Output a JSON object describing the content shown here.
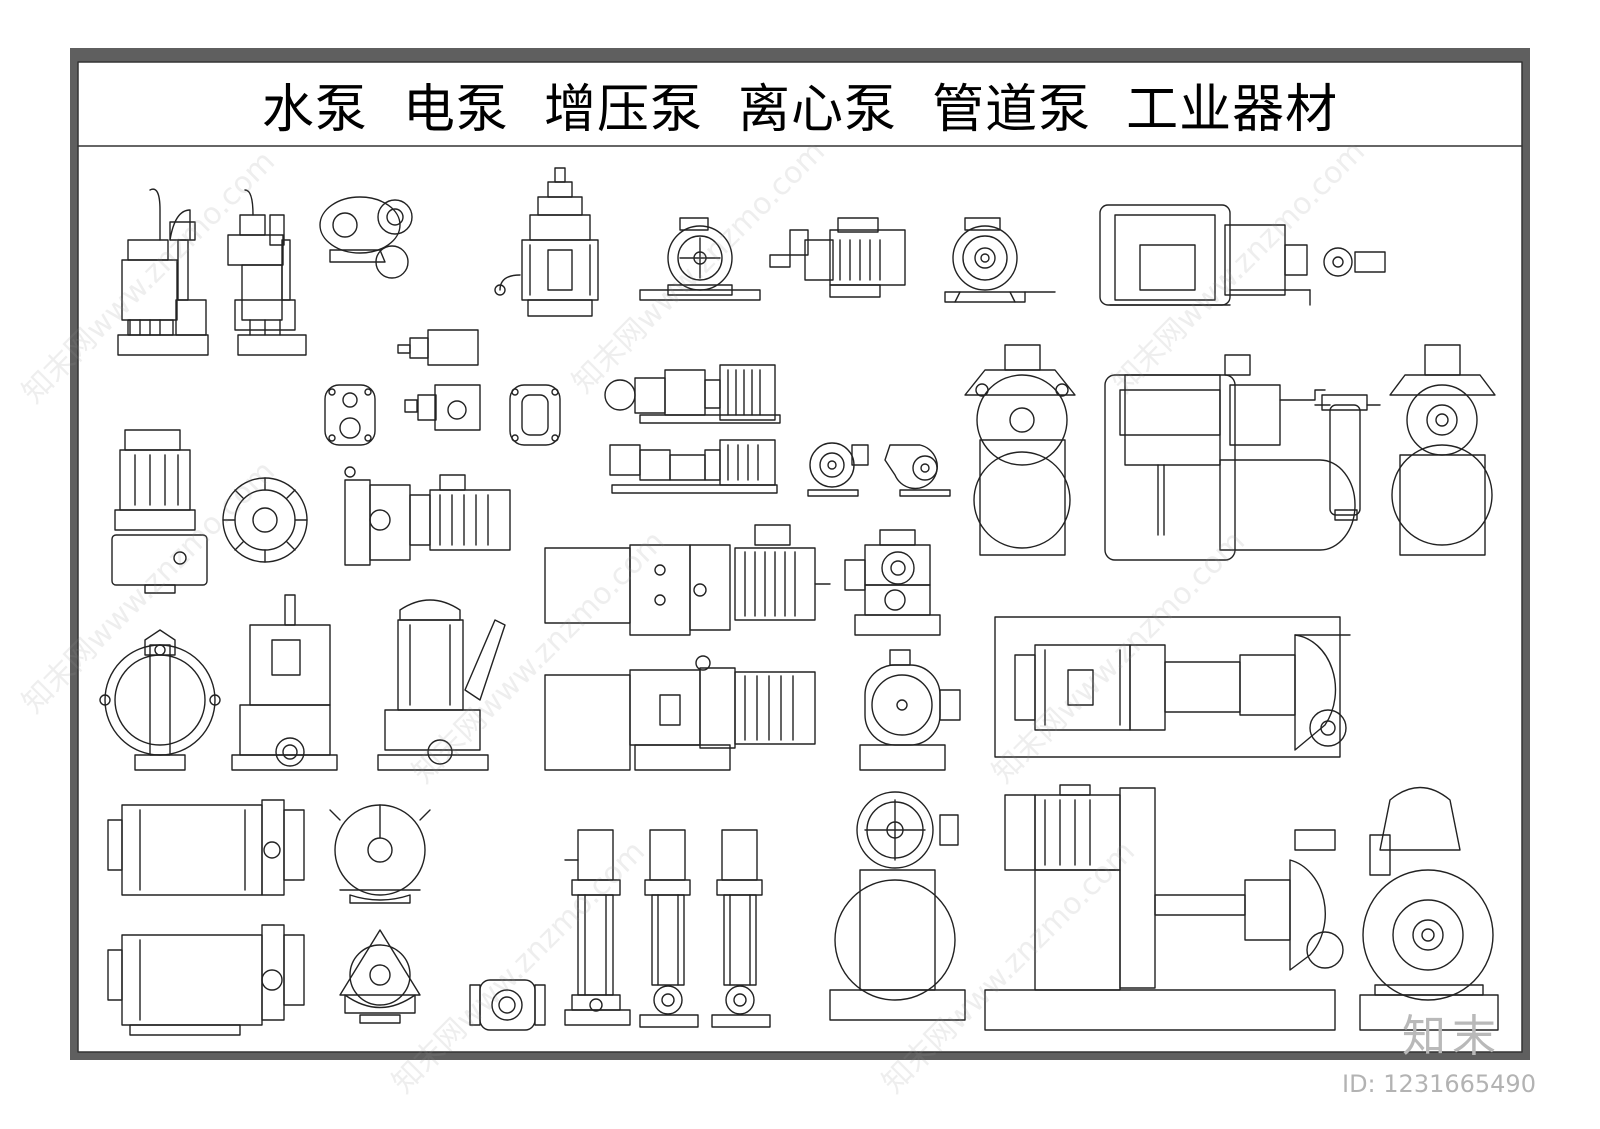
{
  "title": "水泵  电泵  增压泵  离心泵  管道泵  工业器材",
  "watermark": "知末网www.znzmo.com",
  "brand": "知末",
  "image_id_label": "ID: 1231665490",
  "symbols": [
    "submersible-pump-a",
    "submersible-pump-b",
    "impeller-pump-top",
    "electric-motor-pump-vertical",
    "small-motor-pump",
    "booster-pump",
    "motor-pump-fan",
    "pump-motor-set-large",
    "gear-pump-side",
    "gear-pump-front",
    "gear-pump-back",
    "horizontal-pump-set-a",
    "horizontal-pump-set-b",
    "blower-small",
    "centrifugal-volute",
    "vacuum-pump-front",
    "booster-pump-tank",
    "pump-filter-unit",
    "vertical-motor-pump",
    "impeller-face",
    "magnetic-drive-pump",
    "gear-reducer-motor-a",
    "gear-reducer-front-a",
    "gear-reducer-motor-b",
    "gear-reducer-front-b",
    "butterfly-valve-pump",
    "box-pump",
    "sewage-pump",
    "skid-centrifugal-pump",
    "motor-pump-horizontal-a",
    "motor-pump-horizontal-b",
    "pump-end-view-a",
    "pump-end-view-b",
    "pipe-flange",
    "multistage-vertical-pump-a",
    "multistage-vertical-pump-b",
    "multistage-vertical-pump-c",
    "large-motor-pump-front",
    "large-centrifugal-pump-side",
    "large-centrifugal-pump-front"
  ]
}
